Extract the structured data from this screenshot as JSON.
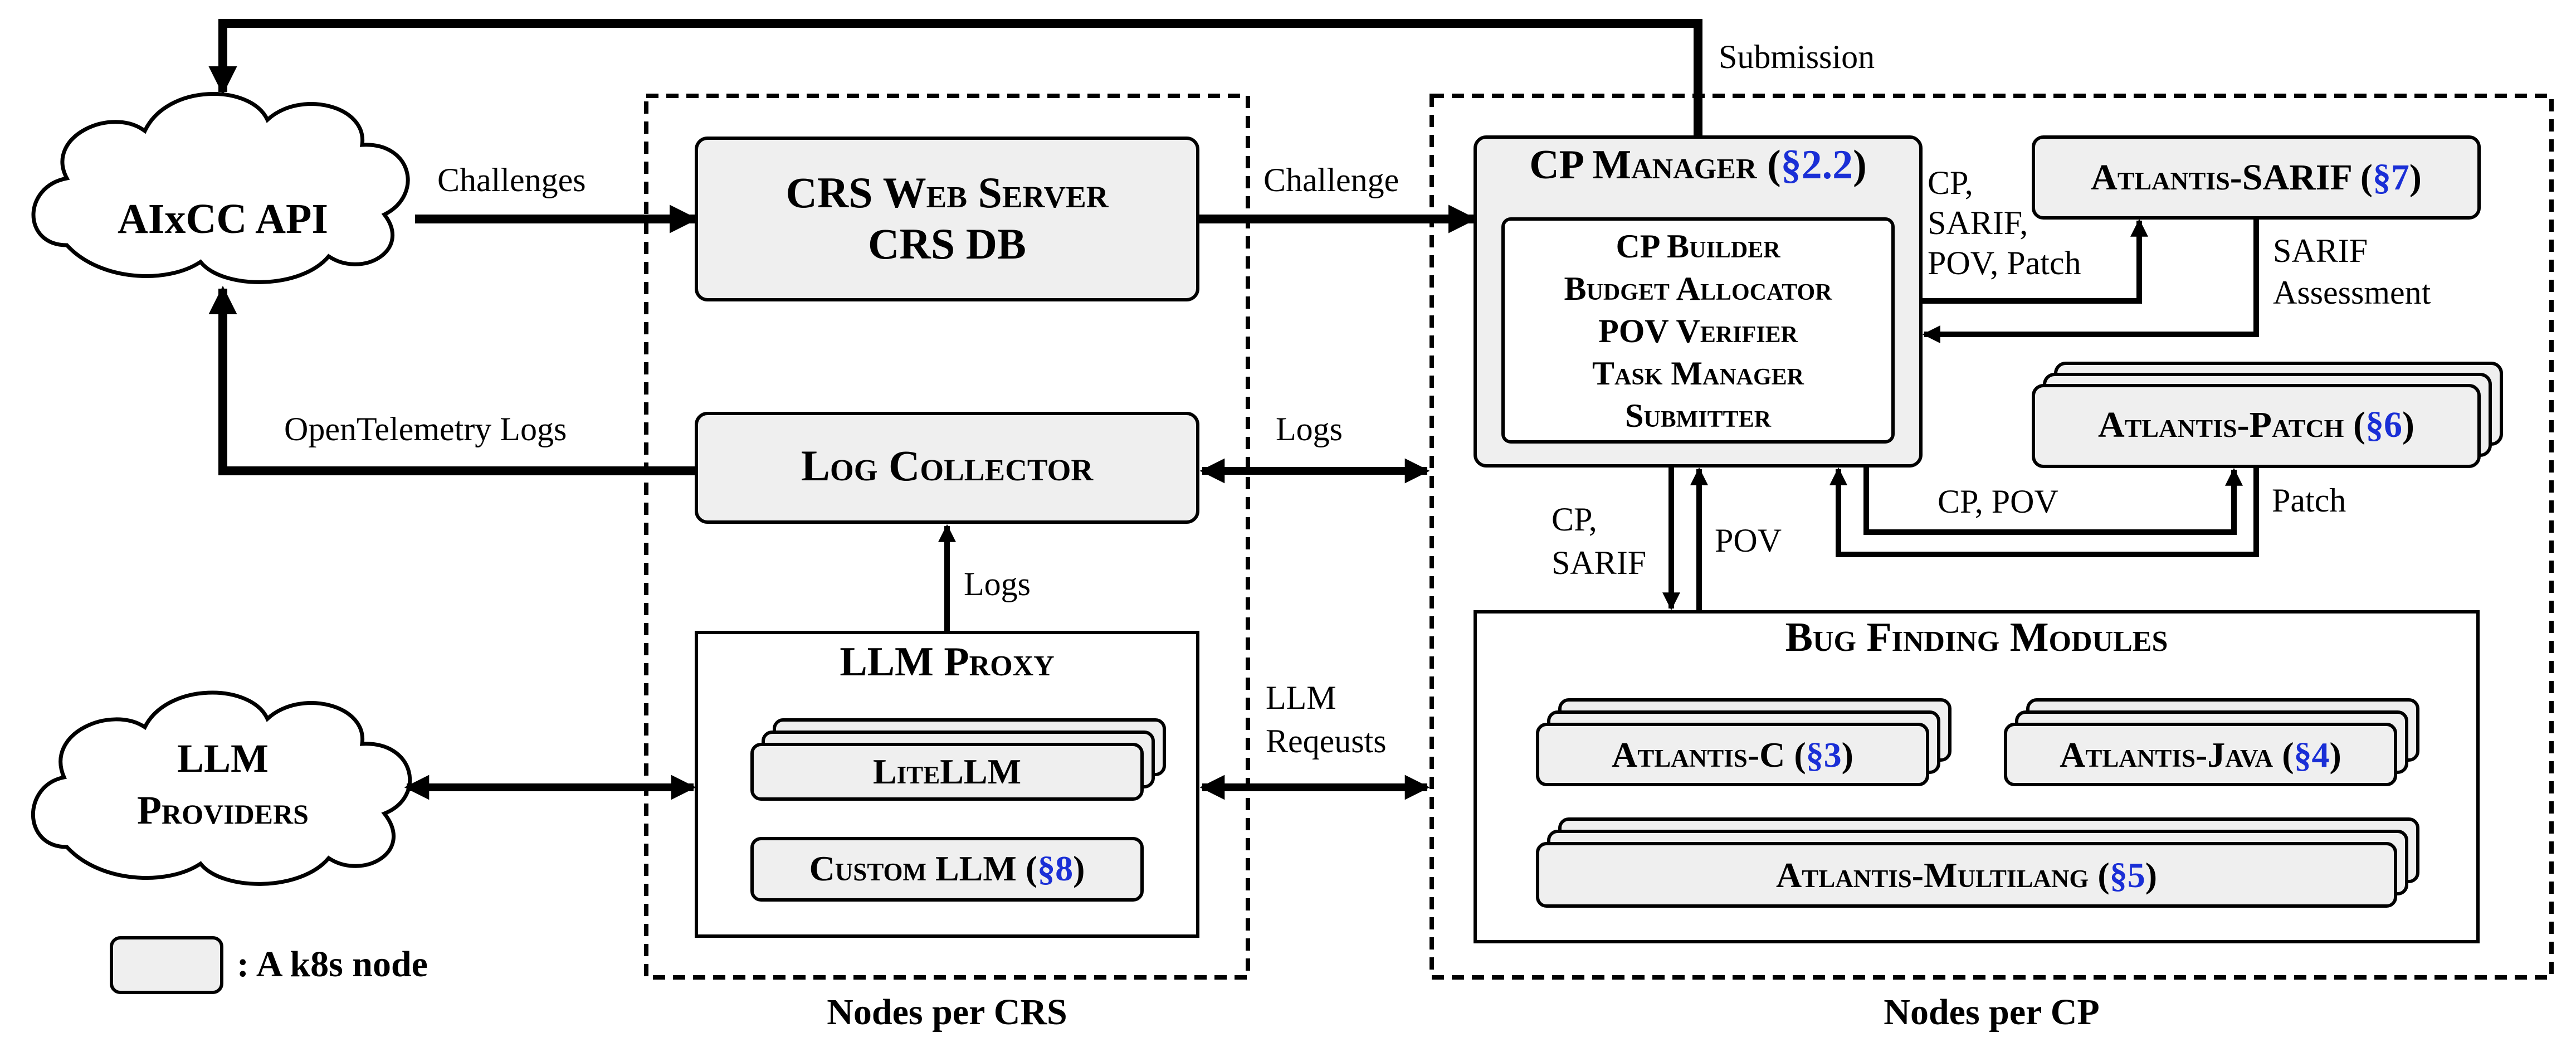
{
  "nodes": {
    "aixcc_api": "AIxCC API",
    "llm_providers": {
      "line1": "LLM",
      "line2": "Providers"
    },
    "crs_web_server": {
      "line1": "CRS Web Server",
      "line2": "CRS DB"
    },
    "log_collector": "Log Collector",
    "llm_proxy": {
      "title": "LLM Proxy",
      "litellm": "LiteLLM",
      "custom_llm": "Custom LLM",
      "custom_llm_ref": "§8"
    },
    "cp_manager": {
      "title": "CP Manager",
      "ref": "§2.2",
      "items": [
        "CP Builder",
        "Budget Allocator",
        "POV Verifier",
        "Task Manager",
        "Submitter"
      ]
    },
    "atlantis_sarif": {
      "name": "Atlantis-SARIF",
      "ref": "§7"
    },
    "atlantis_patch": {
      "name": "Atlantis-Patch",
      "ref": "§6"
    },
    "bug_finding": {
      "title": "Bug Finding Modules",
      "atlantis_c": {
        "name": "Atlantis-C",
        "ref": "§3"
      },
      "atlantis_java": {
        "name": "Atlantis-Java",
        "ref": "§4"
      },
      "atlantis_multilang": {
        "name": "Atlantis-Multilang",
        "ref": "§5"
      }
    }
  },
  "edges": {
    "submission": "Submission",
    "challenges": "Challenges",
    "challenge": "Challenge",
    "opentelemetry_logs": "OpenTelemetry Logs",
    "logs_crs_cp": "Logs",
    "logs_proxy": "Logs",
    "llm_requests": {
      "line1": "LLM",
      "line2": "Reqeusts"
    },
    "cp_sarif_pov_patch": {
      "line1": "CP,",
      "line2": "SARIF,",
      "line3": "POV, Patch"
    },
    "sarif_assessment": {
      "line1": "SARIF",
      "line2": "Assessment"
    },
    "cp_sarif_down": {
      "line1": "CP,",
      "line2": "SARIF"
    },
    "pov_up": "POV",
    "cp_pov": "CP, POV",
    "patch": "Patch"
  },
  "groups": {
    "nodes_per_crs": "Nodes per CRS",
    "nodes_per_cp": "Nodes per CP"
  },
  "legend": {
    "text": ": A k8s node"
  },
  "colors": {
    "node_fill": "#efefef",
    "ref_blue": "#1a2fd6",
    "stroke": "#000000"
  }
}
